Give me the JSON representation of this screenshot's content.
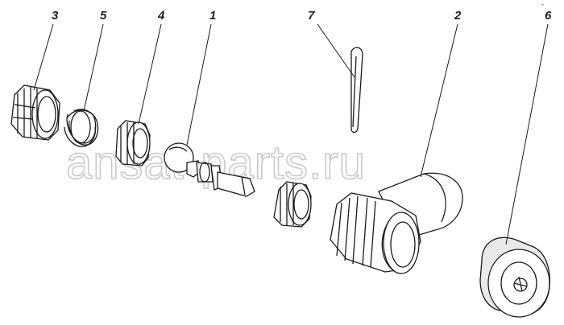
{
  "callouts": {
    "p1": "1",
    "p2": "2",
    "p3": "3",
    "p4": "4",
    "p5": "5",
    "p6": "6",
    "p7": "7"
  },
  "watermark": "ansat-parts.ru",
  "corner_mark": "ˇ"
}
